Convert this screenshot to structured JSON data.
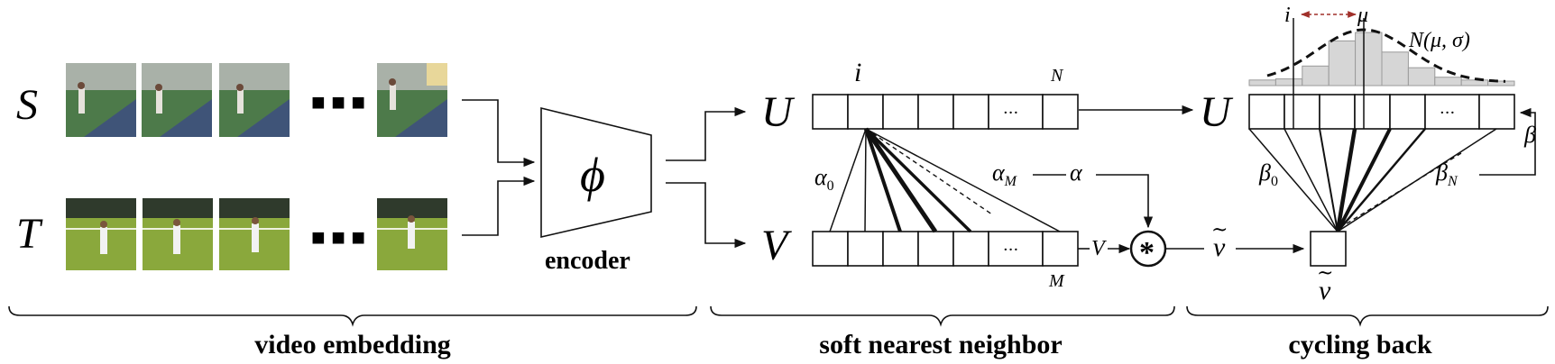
{
  "rows": {
    "source_label": "S",
    "target_label": "T"
  },
  "ellipsis_frames": "■ ■ ■",
  "encoder": {
    "symbol": "ϕ",
    "label": "encoder"
  },
  "embeddings": {
    "U": "U",
    "V": "V",
    "index_i": "i",
    "index_N": "N",
    "index_M": "M",
    "cell_ellipsis": "···"
  },
  "weights": {
    "alpha_0": "α",
    "alpha_0_sub": "0",
    "alpha_M": "α",
    "alpha_M_sub": "M",
    "alpha": "α",
    "V_arrow": "V",
    "op": "*",
    "v_tilde": "v",
    "tilde": "~"
  },
  "cycle": {
    "U": "U",
    "i": "i",
    "mu": "μ",
    "normal": "N(μ, σ)",
    "beta_0": "β",
    "beta_0_sub": "0",
    "beta_N": "β",
    "beta_N_sub": "N",
    "beta": "β",
    "v_tilde": "v",
    "histogram": [
      0.1,
      0.12,
      0.35,
      0.8,
      0.95,
      0.6,
      0.32,
      0.15,
      0.1,
      0.08
    ]
  },
  "sections": {
    "video_embedding": "video embedding",
    "soft_nn": "soft nearest neighbor",
    "cycling_back": "cycling back"
  },
  "colors": {
    "indoor_court": "#4d7a4a",
    "grass_court": "#8aa83c",
    "histogram_fill": "#d6d6d6",
    "dist_arrow": "#a0302a"
  }
}
